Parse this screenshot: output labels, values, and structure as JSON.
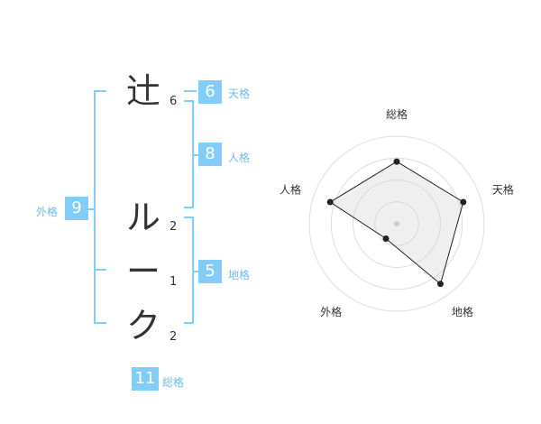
{
  "name": {
    "chars": [
      {
        "char": "辻",
        "strokes": "6"
      },
      {
        "char": "ル",
        "strokes": "2"
      },
      {
        "char": "ー",
        "strokes": "1"
      },
      {
        "char": "ク",
        "strokes": "2"
      }
    ]
  },
  "grades": {
    "tenkaku": {
      "label": "天格",
      "value": "6"
    },
    "jinkaku": {
      "label": "人格",
      "value": "8"
    },
    "chikaku": {
      "label": "地格",
      "value": "5"
    },
    "gaikaku": {
      "label": "外格",
      "value": "9"
    },
    "soukaku": {
      "label": "総格",
      "value": "11"
    }
  },
  "colors": {
    "accent": "#83ccf7",
    "label": "#6fbdf0",
    "text": "#333333"
  },
  "chart_data": {
    "type": "radar",
    "axes": [
      "総格",
      "天格",
      "地格",
      "外格",
      "人格"
    ],
    "values": [
      0.71,
      0.8,
      0.85,
      0.21,
      0.8
    ],
    "range": [
      0,
      1
    ],
    "rings": 4,
    "grid": true
  }
}
